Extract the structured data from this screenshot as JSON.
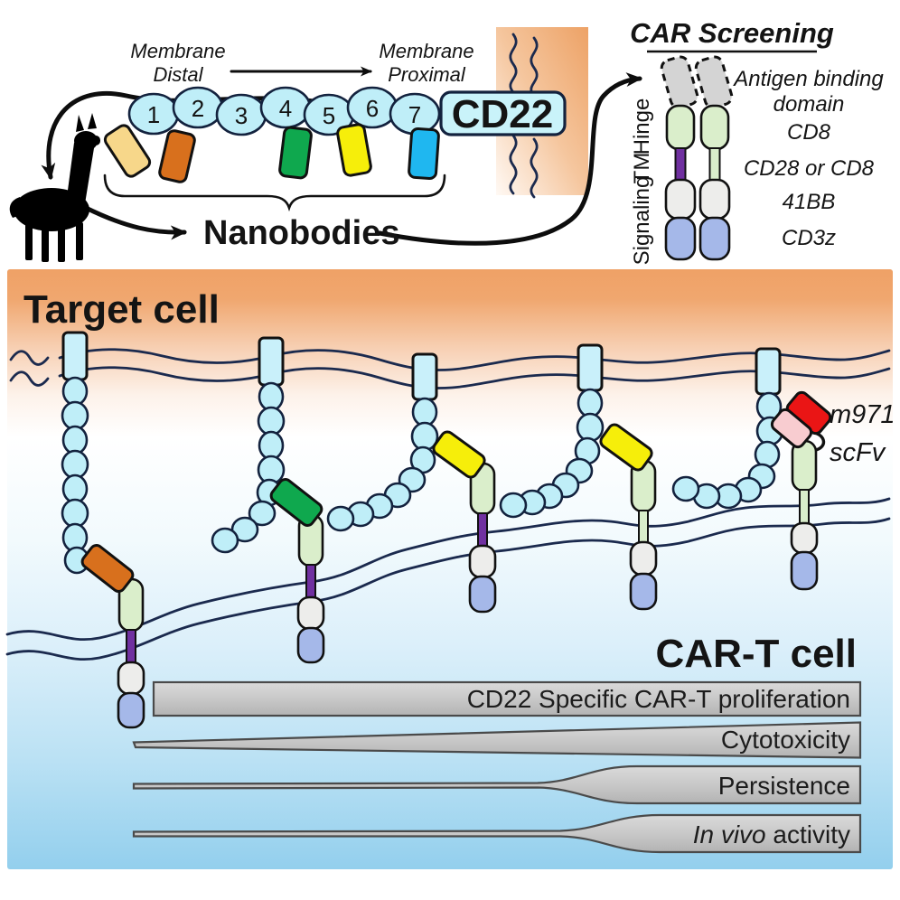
{
  "top": {
    "membrane_distal_1": "Membrane",
    "membrane_distal_2": "Distal",
    "membrane_proximal_1": "Membrane",
    "membrane_proximal_2": "Proximal",
    "domains": [
      "1",
      "2",
      "3",
      "4",
      "5",
      "6",
      "7"
    ],
    "cd22": "CD22",
    "nanobodies": "Nanobodies"
  },
  "screening": {
    "title": "CAR Screening",
    "side": {
      "hinge": "Hinge",
      "tm": "TM",
      "signaling": "Signaling"
    },
    "parts": {
      "antigen_1": "Antigen binding",
      "antigen_2": "domain",
      "hinge": "CD8",
      "tm": "CD28 or CD8",
      "costim": "41BB",
      "signal": "CD3z"
    }
  },
  "bottom": {
    "target_cell": "Target cell",
    "cart_cell": "CAR-T cell",
    "m971": "m971",
    "scfv": "scFv",
    "bars": {
      "proliferation": "CD22 Specific CAR-T proliferation",
      "cytotoxicity": "Cytotoxicity",
      "persistence": "Persistence",
      "invivo_italic": "In vivo",
      "invivo_rest": " activity"
    }
  },
  "colors": {
    "cd22_bead": "#bfeef8",
    "cd22_box": "#c9f3fa",
    "nanobody_tan": "#f7d78a",
    "nanobody_orange": "#d8701d",
    "nanobody_green": "#0fa84e",
    "nanobody_yellow": "#f6ee0a",
    "nanobody_blue": "#1fb7f0",
    "hinge_green": "#daeecb",
    "tm_purple": "#7030a0",
    "tm_cd8_green": "#d9eecb",
    "signaling_gray": "#ededeb",
    "cd3z_blue": "#a5b8e9",
    "antigen_dashed_gray": "#d4d4d4",
    "m971_red": "#ea1515",
    "m971_pink": "#f8ccd0",
    "membrane_line": "#1b2a4e",
    "target_cell_orange": "#efa166",
    "cart_cell_blue": "#93cfed",
    "bar_gray": "#c8c8c8"
  }
}
